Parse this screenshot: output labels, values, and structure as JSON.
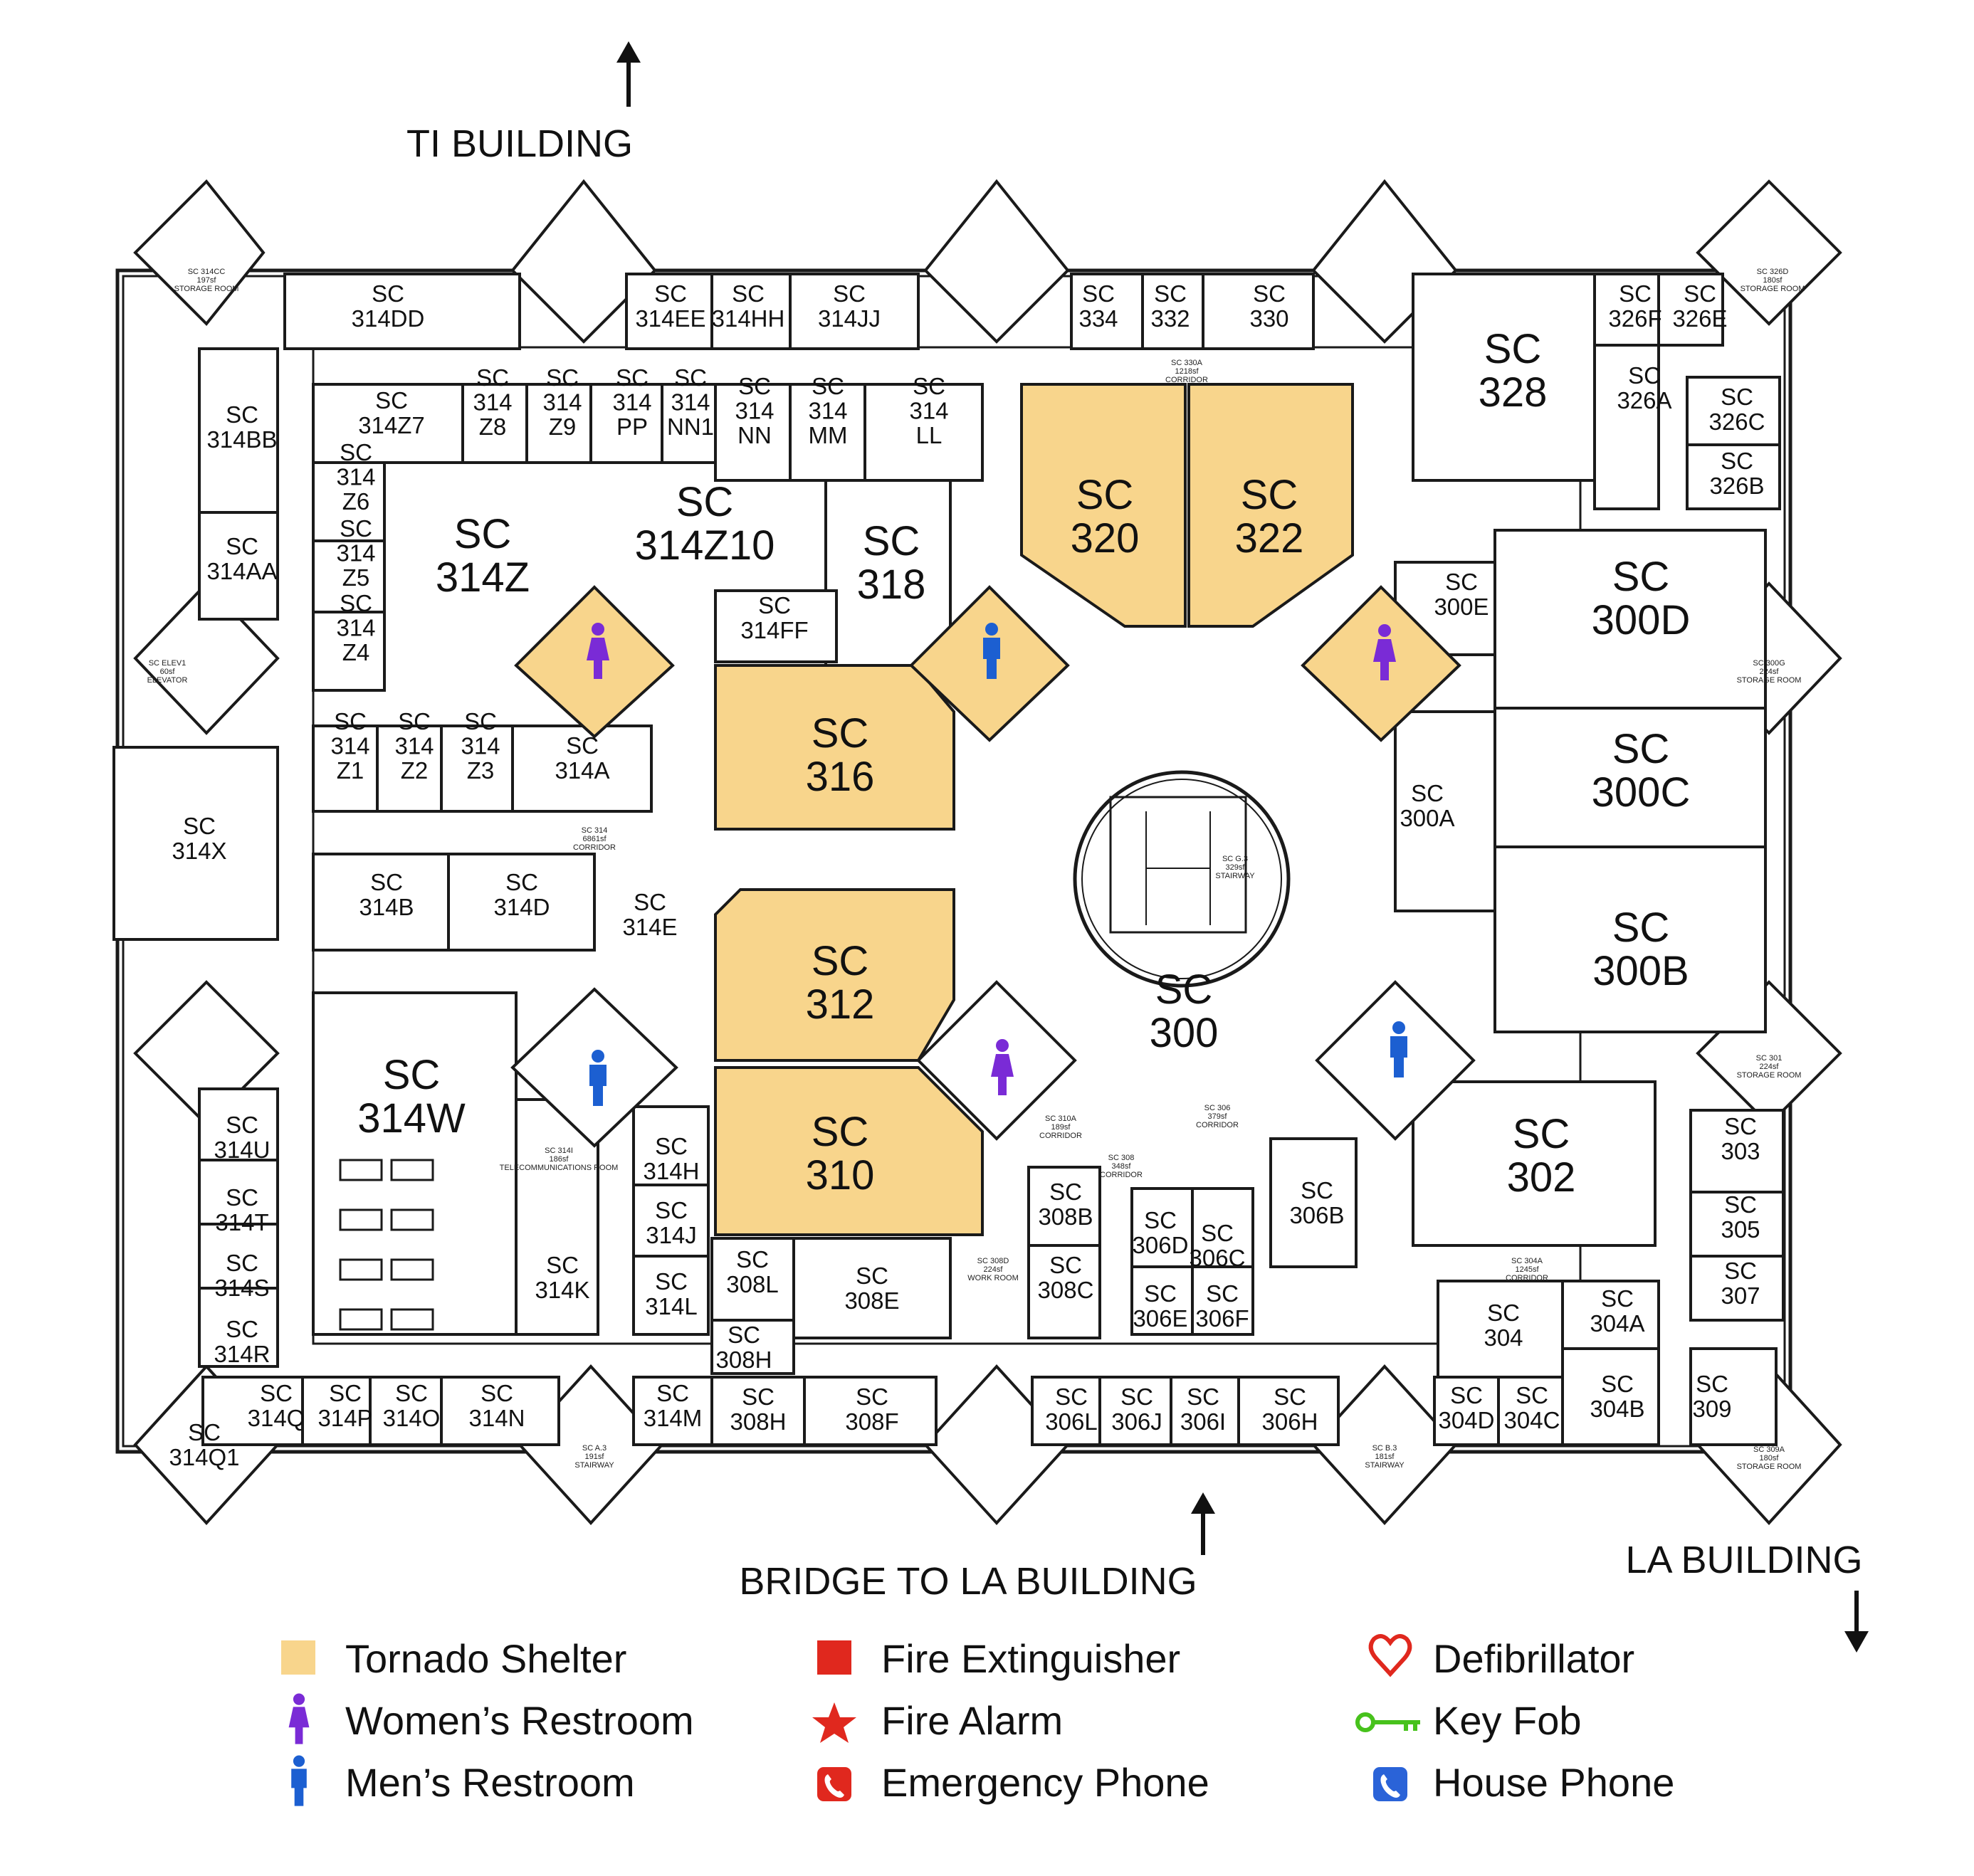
{
  "directions": {
    "ti_building": "TI BUILDING",
    "bridge_la": "BRIDGE TO LA BUILDING",
    "la_building": "LA BUILDING"
  },
  "colors": {
    "shelter": "#f8d58c",
    "womens": "#7a2bd6",
    "mens": "#1c5fd1",
    "fire": "#e0281e",
    "keyfob": "#47c21c",
    "house_phone": "#2a63d8"
  },
  "rooms": {
    "r314DD": [
      "SC",
      "314DD"
    ],
    "r314EE": [
      "SC",
      "314EE"
    ],
    "r314HH": [
      "SC",
      "314HH"
    ],
    "r314JJ": [
      "SC",
      "314JJ"
    ],
    "r334": [
      "SC",
      "334"
    ],
    "r332": [
      "SC",
      "332"
    ],
    "r330": [
      "SC",
      "330"
    ],
    "r328": [
      "SC",
      "328"
    ],
    "r326F": [
      "SC",
      "326F"
    ],
    "r326E": [
      "SC",
      "326E"
    ],
    "r326A": [
      "SC",
      "326A"
    ],
    "r326C": [
      "SC",
      "326C"
    ],
    "r326B": [
      "SC",
      "326B"
    ],
    "r314BB": [
      "SC",
      "314BB"
    ],
    "r314AA": [
      "SC",
      "314AA"
    ],
    "r314Z7": [
      "SC",
      "314Z7"
    ],
    "r314Z8": [
      "SC",
      "314",
      "Z8"
    ],
    "r314Z9": [
      "SC",
      "314",
      "Z9"
    ],
    "r314PP": [
      "SC",
      "314",
      "PP"
    ],
    "r314NN1": [
      "SC",
      "314",
      "NN1"
    ],
    "r314NN": [
      "SC",
      "314",
      "NN"
    ],
    "r314MM": [
      "SC",
      "314",
      "MM"
    ],
    "r314LL": [
      "SC",
      "314",
      "LL"
    ],
    "r314Z6": [
      "SC",
      "314",
      "Z6"
    ],
    "r314Z5": [
      "SC",
      "314",
      "Z5"
    ],
    "r314Z4": [
      "SC",
      "314",
      "Z4"
    ],
    "r314Z": [
      "SC",
      "314Z"
    ],
    "r314Z10": [
      "SC",
      "314Z10"
    ],
    "r318": [
      "SC",
      "318"
    ],
    "r314FF": [
      "SC",
      "314FF"
    ],
    "r320": [
      "SC",
      "320"
    ],
    "r322": [
      "SC",
      "322"
    ],
    "r300E": [
      "SC",
      "300E"
    ],
    "r300D": [
      "SC",
      "300D"
    ],
    "r316": [
      "SC",
      "316"
    ],
    "r314Z1": [
      "SC",
      "314",
      "Z1"
    ],
    "r314Z2": [
      "SC",
      "314",
      "Z2"
    ],
    "r314Z3": [
      "SC",
      "314",
      "Z3"
    ],
    "r314A": [
      "SC",
      "314A"
    ],
    "r314X": [
      "SC",
      "314X"
    ],
    "r300C": [
      "SC",
      "300C"
    ],
    "r300A": [
      "SC",
      "300A"
    ],
    "r300B": [
      "SC",
      "300B"
    ],
    "r314B": [
      "SC",
      "314B"
    ],
    "r314D": [
      "SC",
      "314D"
    ],
    "r314E": [
      "SC",
      "314E"
    ],
    "r312": [
      "SC",
      "312"
    ],
    "r300": [
      "SC",
      "300"
    ],
    "r314W": [
      "SC",
      "314W"
    ],
    "r310": [
      "SC",
      "310"
    ],
    "r302": [
      "SC",
      "302"
    ],
    "r303": [
      "SC",
      "303"
    ],
    "r305": [
      "SC",
      "305"
    ],
    "r307": [
      "SC",
      "307"
    ],
    "r314U": [
      "SC",
      "314U"
    ],
    "r314T": [
      "SC",
      "314T"
    ],
    "r314S": [
      "SC",
      "314S"
    ],
    "r314R": [
      "SC",
      "314R"
    ],
    "r314H": [
      "SC",
      "314H"
    ],
    "r314J": [
      "SC",
      "314J"
    ],
    "r314L": [
      "SC",
      "314L"
    ],
    "r314K": [
      "SC",
      "314K"
    ],
    "r308B": [
      "SC",
      "308B"
    ],
    "r308C": [
      "SC",
      "308C"
    ],
    "r306D": [
      "SC",
      "306D"
    ],
    "r306C": [
      "SC",
      "306C"
    ],
    "r306E": [
      "SC",
      "306E"
    ],
    "r306F": [
      "SC",
      "306F"
    ],
    "r306B": [
      "SC",
      "306B"
    ],
    "r308L": [
      "SC",
      "308L"
    ],
    "r308E": [
      "SC",
      "308E"
    ],
    "r308H_small": [
      "SC",
      "308H"
    ],
    "r304": [
      "SC",
      "304"
    ],
    "r304A": [
      "SC",
      "304A"
    ],
    "r304B": [
      "SC",
      "304B"
    ],
    "r304D": [
      "SC",
      "304D"
    ],
    "r304C": [
      "SC",
      "304C"
    ],
    "r309": [
      "SC",
      "309"
    ],
    "r314Q1": [
      "SC",
      "314Q1"
    ],
    "r314Q": [
      "SC",
      "314Q"
    ],
    "r314P": [
      "SC",
      "314P"
    ],
    "r314O": [
      "SC",
      "314O"
    ],
    "r314N": [
      "SC",
      "314N"
    ],
    "r314M": [
      "SC",
      "314M"
    ],
    "r308H": [
      "SC",
      "308H"
    ],
    "r308F": [
      "SC",
      "308F"
    ],
    "r306L": [
      "SC",
      "306L"
    ],
    "r306J": [
      "SC",
      "306J"
    ],
    "r306I": [
      "SC",
      "306I"
    ],
    "r306H": [
      "SC",
      "306H"
    ]
  },
  "tiny_labels": {
    "t314CC": [
      "SC 314CC",
      "197sf",
      "STORAGE ROOM"
    ],
    "t326D": [
      "SC 326D",
      "180sf",
      "STORAGE ROOM"
    ],
    "t300G": [
      "SC 300G",
      "224sf",
      "STORAGE ROOM"
    ],
    "t301": [
      "SC 301",
      "224sf",
      "STORAGE ROOM"
    ],
    "t309A": [
      "SC 309A",
      "180sf",
      "STORAGE ROOM"
    ],
    "t330A": [
      "SC 330A",
      "1218sf",
      "CORRIDOR"
    ],
    "t314": [
      "SC 314",
      "6861sf",
      "CORRIDOR"
    ],
    "tG3": [
      "SC G.3",
      "329sf",
      "STAIRWAY"
    ],
    "t314I": [
      "SC 314I",
      "186sf",
      "TELECOMMUNICATIONS ROOM"
    ],
    "t304A": [
      "SC 304A",
      "1245sf",
      "CORRIDOR"
    ],
    "t306": [
      "SC 306",
      "379sf",
      "CORRIDOR"
    ],
    "t308": [
      "SC 308",
      "348sf",
      "CORRIDOR"
    ],
    "t308D": [
      "SC 308D",
      "224sf",
      "WORK ROOM"
    ],
    "t310A": [
      "SC 310A",
      "189sf",
      "CORRIDOR"
    ],
    "tElev": [
      "SC ELEV1",
      "60sf",
      "ELEVATOR"
    ],
    "tA3": [
      "SC A.3",
      "191sf",
      "STAIRWAY"
    ],
    "tB3": [
      "SC B.3",
      "181sf",
      "STAIRWAY"
    ]
  },
  "legend": [
    {
      "label": "Tornado Shelter",
      "icon": "tornado-shelter-swatch"
    },
    {
      "label": "Fire Extinguisher",
      "icon": "fire-extinguisher-icon"
    },
    {
      "label": "Defibrillator",
      "icon": "defibrillator-heart-icon"
    },
    {
      "label": "Women’s Restroom",
      "icon": "womens-restroom-icon"
    },
    {
      "label": "Fire Alarm",
      "icon": "fire-alarm-star-icon"
    },
    {
      "label": "Key Fob",
      "icon": "key-fob-icon"
    },
    {
      "label": "Men’s Restroom",
      "icon": "mens-restroom-icon"
    },
    {
      "label": "Emergency Phone",
      "icon": "emergency-phone-icon"
    },
    {
      "label": "House Phone",
      "icon": "house-phone-icon"
    }
  ]
}
